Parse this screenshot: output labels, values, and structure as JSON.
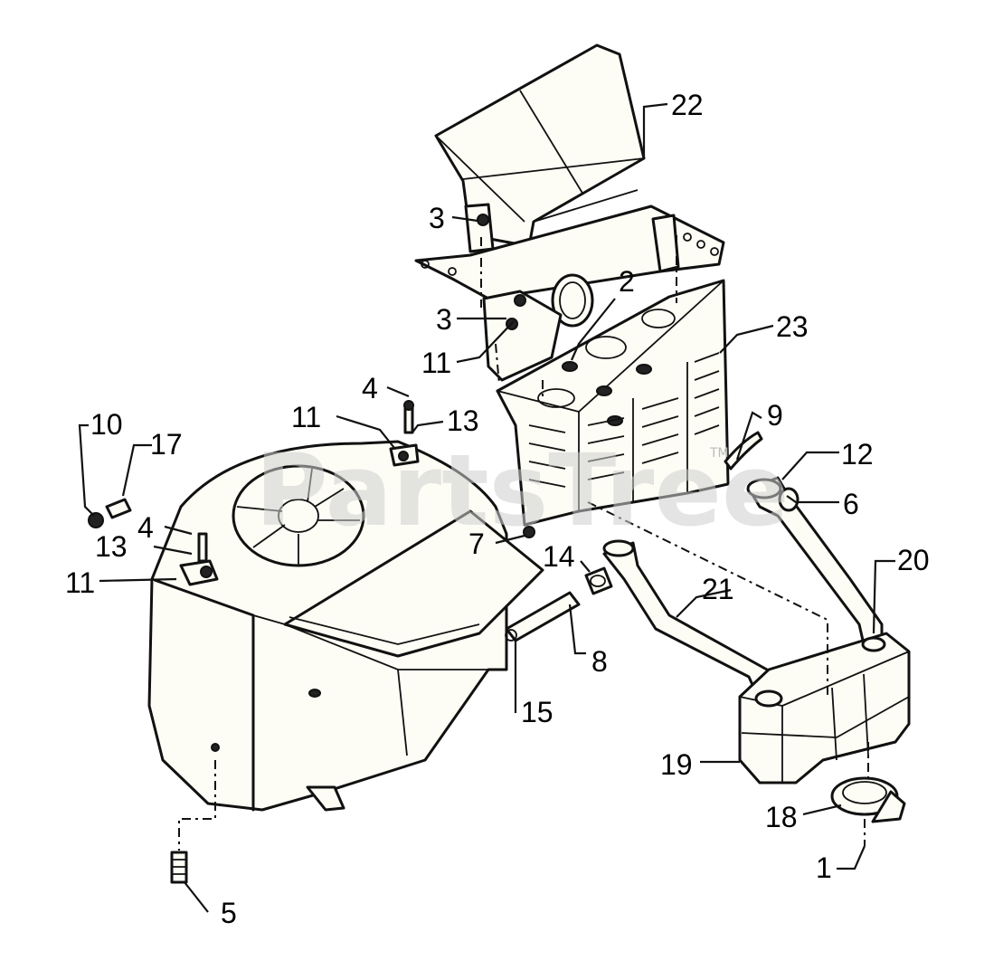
{
  "watermark": {
    "text": "PartsTree",
    "tm": "TM"
  },
  "callouts": [
    {
      "id": "label-22",
      "text": "22"
    },
    {
      "id": "label-3a",
      "text": "3"
    },
    {
      "id": "label-3b",
      "text": "3"
    },
    {
      "id": "label-2",
      "text": "2"
    },
    {
      "id": "label-23",
      "text": "23"
    },
    {
      "id": "label-11a",
      "text": "11"
    },
    {
      "id": "label-4a",
      "text": "4"
    },
    {
      "id": "label-11b",
      "text": "11"
    },
    {
      "id": "label-13a",
      "text": "13"
    },
    {
      "id": "label-10",
      "text": "10"
    },
    {
      "id": "label-17",
      "text": "17"
    },
    {
      "id": "label-9",
      "text": "9"
    },
    {
      "id": "label-12",
      "text": "12"
    },
    {
      "id": "label-6",
      "text": "6"
    },
    {
      "id": "label-4b",
      "text": "4"
    },
    {
      "id": "label-13b",
      "text": "13"
    },
    {
      "id": "label-11c",
      "text": "11"
    },
    {
      "id": "label-7",
      "text": "7"
    },
    {
      "id": "label-14",
      "text": "14"
    },
    {
      "id": "label-20",
      "text": "20"
    },
    {
      "id": "label-21",
      "text": "21"
    },
    {
      "id": "label-8",
      "text": "8"
    },
    {
      "id": "label-15",
      "text": "15"
    },
    {
      "id": "label-19",
      "text": "19"
    },
    {
      "id": "label-18",
      "text": "18"
    },
    {
      "id": "label-1",
      "text": "1"
    },
    {
      "id": "label-5",
      "text": "5"
    }
  ]
}
